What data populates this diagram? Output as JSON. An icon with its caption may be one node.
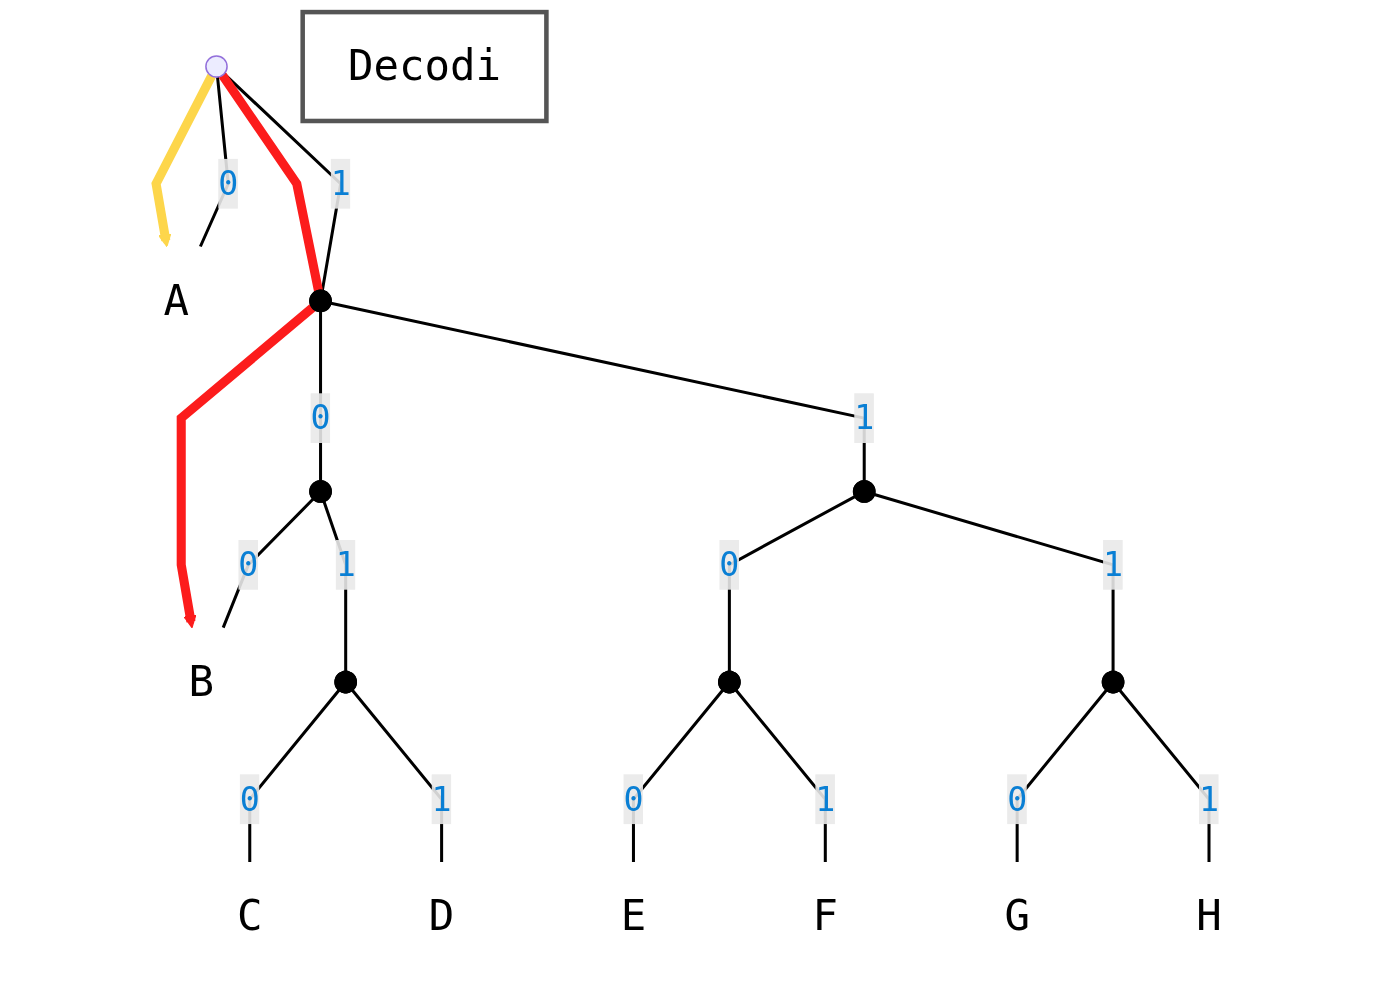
{
  "diagram": {
    "nodes": [
      {
        "text": [],
        "shape": "circle"
      },
      {
        "text": [
          "A"
        ]
      },
      {
        "text": [],
        "shape": "point"
      },
      {
        "text": [],
        "shape": "point"
      },
      {
        "text": [
          "B"
        ]
      },
      {
        "text": [],
        "shape": "point"
      },
      {
        "text": [
          "C"
        ]
      },
      {
        "text": [
          "D"
        ]
      },
      {
        "text": [],
        "shape": "point"
      },
      {
        "text": [],
        "shape": "point"
      },
      {
        "text": [],
        "shape": "point"
      },
      {
        "text": [
          "E"
        ]
      },
      {
        "text": [
          "F"
        ]
      },
      {
        "text": [
          "G"
        ]
      },
      {
        "text": [
          "H"
        ]
      },
      {
        "text": [
          "Decodi"
        ]
      }
    ],
    "edges": [
      {
        "from": 0,
        "to": 1,
        "arrow": "none",
        "label": "0"
      },
      {
        "from": 0,
        "to": 2,
        "arrow": "none",
        "label": "1"
      },
      {
        "from": 2,
        "to": 3,
        "arrow": "none",
        "label": "0"
      },
      {
        "from": 2,
        "to": 8,
        "arrow": "none",
        "label": "1"
      },
      {
        "from": 3,
        "to": 4,
        "arrow": "none",
        "label": "0"
      },
      {
        "from": 3,
        "to": 5,
        "arrow": "none",
        "label": "1"
      },
      {
        "from": 5,
        "to": 6,
        "arrow": "none",
        "label": "0"
      },
      {
        "from": 5,
        "to": 7,
        "arrow": "none",
        "label": "1"
      },
      {
        "from": 8,
        "to": 9,
        "arrow": "none",
        "label": "0"
      },
      {
        "from": 8,
        "to": 10,
        "arrow": "none",
        "label": "1"
      },
      {
        "from": 9,
        "to": 11,
        "arrow": "none",
        "label": "0"
      },
      {
        "from": 9,
        "to": 12,
        "arrow": "none",
        "label": "1"
      },
      {
        "from": 10,
        "to": 13,
        "arrow": "none",
        "label": "0"
      },
      {
        "from": 10,
        "to": 14,
        "arrow": "none",
        "label": "1"
      },
      {
        "from": 0,
        "to": 1,
        "arrow": "to",
        "style": "thick",
        "color": "#fdd64b"
      },
      {
        "from": 0,
        "to": 2,
        "arrow": "none",
        "style": "thick",
        "color": "#fc1c1c"
      },
      {
        "from": 2,
        "to": 4,
        "arrow": "to",
        "style": "thick",
        "color": "#fc1c1c"
      }
    ]
  }
}
